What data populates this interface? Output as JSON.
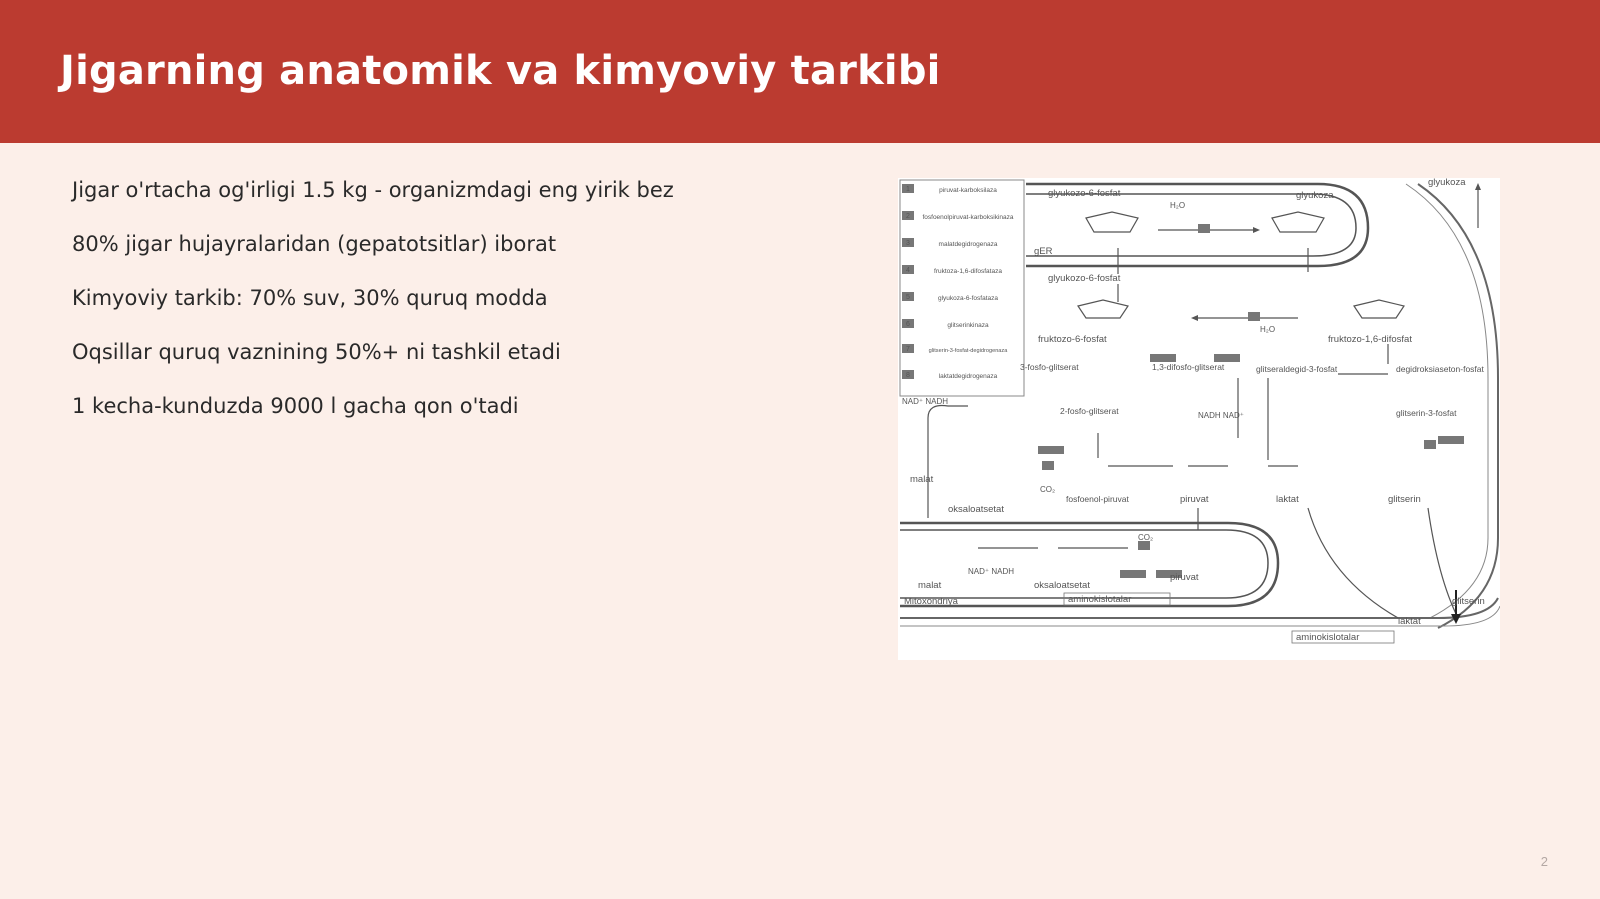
{
  "slide": {
    "title": "Jigarning anatomik va kimyoviy tarkibi",
    "bullets": [
      "Jigar o'rtacha og'irligi 1.5 kg - organizmdagi eng yirik bez",
      "80% jigar hujayralaridan (gepatotsitlar) iborat",
      "Kimyoviy tarkib: 70% suv, 30% quruq modda",
      "Oqsillar quruq vaznining 50%+ ni tashkil etadi",
      "1 kecha-kunduzda 9000 l gacha qon o'tadi"
    ],
    "page_number": "2"
  },
  "figure": {
    "labels": {
      "glyukozo_6_fosfat_top": "glyukozo-6-fosfat",
      "glyukoza_inner": "glyukoza",
      "glyukoza_outer": "glyukoza",
      "ger": "gER",
      "h2o_top": "H₂O",
      "glyukozo_6_fosfat_mid": "glyukozo-6-fosfat",
      "fruktozo_6_fosfat": "fruktozo-6-fosfat",
      "fruktozo_16_difosfat": "fruktozo-1,6-difosfat",
      "h2o_mid": "H₂O",
      "fosfoglitserat_3": "3-fosfo-glitserat",
      "difosfoglitserat_13": "1,3-difosfo-glitserat",
      "glitseraldegid_3_fosfat": "glitseraldegid-3-fosfat",
      "degidroksiaseton_fosfat": "degidroksiaseton-fosfat",
      "fosfoglitserat_2": "2-fosfo-glitserat",
      "glitserin_3_fosfat": "glitserin-3-fosfat",
      "nad_nadh_left": "NAD⁺   NADH",
      "nadh_nad_mid": "NADH   NAD⁺",
      "malat_top": "malat",
      "oksaloatsetat_top": "oksaloatsetat",
      "fosfoenol_piruvat": "fosfoenol-piruvat",
      "piruvat_top": "piruvat",
      "laktat_top": "laktat",
      "glitserin_top": "glitserin",
      "co2_top": "CO₂",
      "co2_mito": "CO₂",
      "malat_mito": "malat",
      "oksaloatsetat_mito": "oksaloatsetat",
      "piruvat_mito": "piruvat",
      "nad_nadh_mito": "NAD⁺     NADH",
      "mitoxondriya": "Mitoxondriya",
      "aminokislotalar_inner": "aminokislotalar",
      "aminokislotalar_outer": "aminokislotalar",
      "laktat_bottom": "laktat",
      "glitserin_bottom": "glitserin"
    },
    "legend": [
      "piruvat-karboksilaza",
      "fosfoenolpiruvat-karboksikinaza",
      "malatdegidrogenaza",
      "fruktoza-1,6-difosfataza",
      "glyukoza-6-fosfataza",
      "glitserinkinaza",
      "glitserin-3-fosfat-degidrogenaza",
      "laktatdegidrogenaza"
    ],
    "legend_numbers": [
      "1",
      "2",
      "3",
      "4",
      "5",
      "6",
      "7",
      "8"
    ]
  }
}
